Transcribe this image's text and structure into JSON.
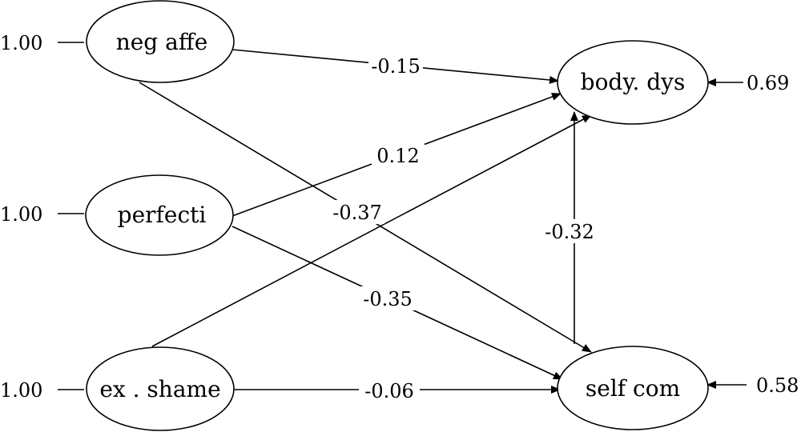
{
  "nodes": {
    "neg_affe": "neg affe",
    "perfecti": "perfecti",
    "ex_shame": "ex . shame",
    "body_dys": "body. dys",
    "self_com": "self com"
  },
  "variances": {
    "neg_affe": "1.00",
    "perfecti": "1.00",
    "ex_shame": "1.00",
    "body_dys": "0.69",
    "self_com": "0.58"
  },
  "paths": {
    "neg_affe_to_body_dys": "-0.15",
    "perfecti_to_body_dys": "0.12",
    "neg_affe_to_self_com": "-0.37",
    "self_com_to_body_dys": "-0.32",
    "perfecti_to_self_com": "-0.35",
    "ex_shame_to_self_com": "-0.06"
  }
}
